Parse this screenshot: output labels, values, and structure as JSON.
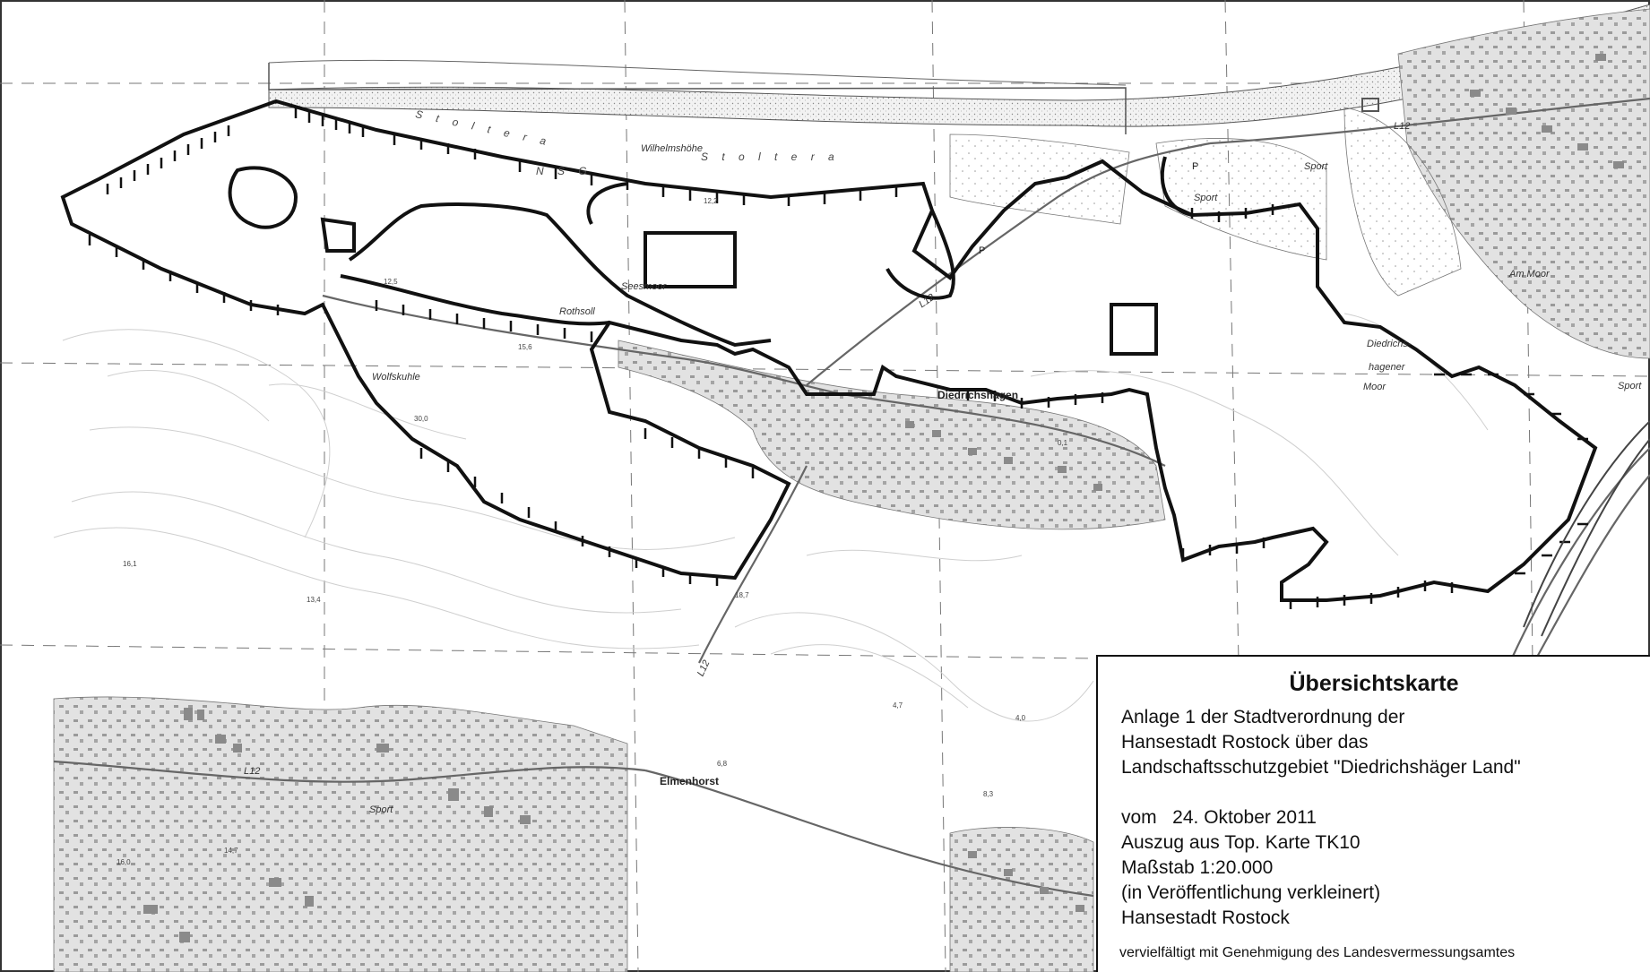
{
  "map_labels": {
    "stoltera_1": "S t o l t e r a",
    "stoltera_2": "S t o l t e r a",
    "nsg": "N S G",
    "wilhelmshoehe": "Wilhelmshöhe",
    "rothsoll": "Rothsoll",
    "seesmoor": "Seesmoor",
    "wolfskuhle": "Wolfskuhle",
    "diedrichshagen": "Diedrichshagen",
    "elmenhorst": "Elmenhorst",
    "am_moor": "Am Moor",
    "diedrichshaegener": "Diedrichs-",
    "haegener": "hagener",
    "moor": "Moor",
    "sport_1": "Sport",
    "sport_2": "Sport",
    "sport_3": "Sport",
    "sport_4": "Sport",
    "l12_a": "L12",
    "l12_b": "L12",
    "l12_c": "L12",
    "l12_d": "L12",
    "p1": "P",
    "p2": "P",
    "elev_1": "12,2",
    "elev_2": "12,5",
    "elev_3": "15,6",
    "elev_4": "30,0",
    "elev_5": "16,1",
    "elev_6": "13,4",
    "elev_7": "18,7",
    "elev_8": "4,7",
    "elev_9": "4,0",
    "elev_10": "6,8",
    "elev_11": "14,7",
    "elev_12": "16,0",
    "elev_13": "8,3",
    "elev_14": "0,1"
  },
  "legend": {
    "title": "Übersichtskarte",
    "lines": [
      "Anlage 1 der Stadtverordnung der",
      "Hansestadt Rostock über das",
      "Landschaftsschutzgebiet \"Diedrichshäger Land\"",
      "",
      "vom   24. Oktober 2011",
      "Auszug aus Top. Karte TK10",
      "Maßstab 1:20.000",
      "(in Veröffentlichung verkleinert)",
      "Hansestadt Rostock"
    ],
    "note": "vervielfältigt mit Genehmigung des Landesvermessungsamtes"
  },
  "colors": {
    "boundary": "#111111",
    "settlement": "#d9d9d9",
    "building": "#8a8a8a",
    "contour": "#c8c8c8",
    "grid": "#7a7a7a"
  }
}
